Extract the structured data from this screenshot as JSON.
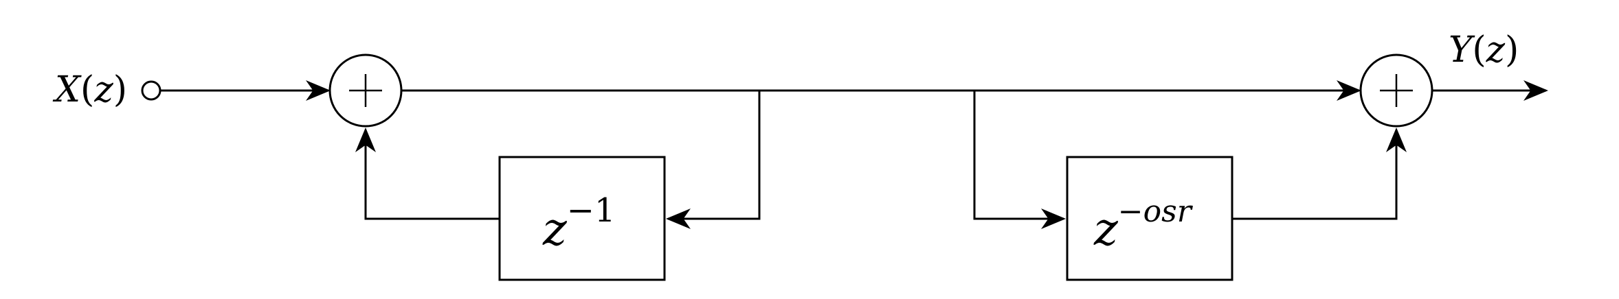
{
  "diagram": {
    "input": {
      "var": "X",
      "open": "(",
      "arg": "z",
      "close": ")"
    },
    "output": {
      "var": "Y",
      "open": "(",
      "arg": "z",
      "close": ")"
    },
    "delay1": {
      "base": "z",
      "exponent": "−1"
    },
    "delay2": {
      "base": "z",
      "exponent": "−osr"
    },
    "sum_symbol": "+"
  },
  "colors": {
    "stroke": "#000000",
    "background": "#ffffff"
  }
}
